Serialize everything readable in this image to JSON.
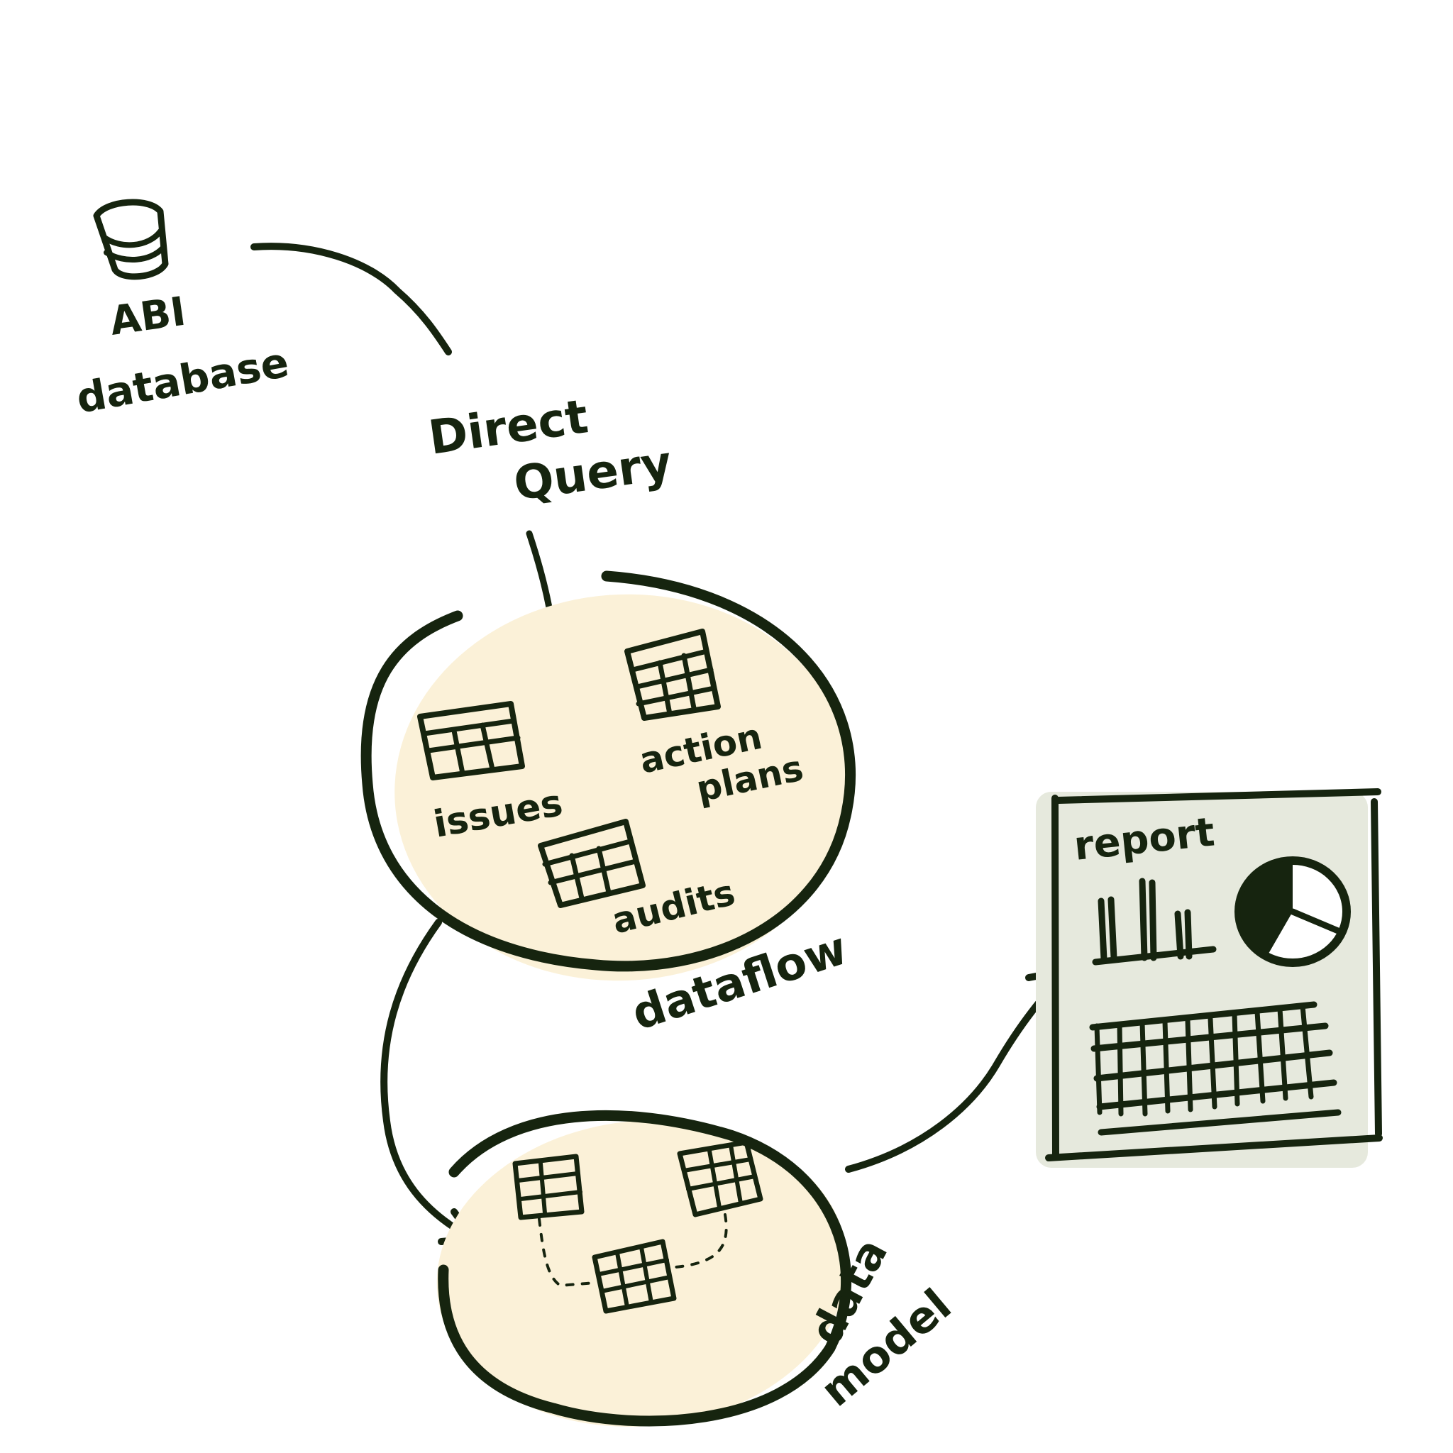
{
  "colors": {
    "ink": "#16240f",
    "ellipse_fill": "#fbf1d8",
    "report_fill": "#e6e9dd",
    "background": "#ffffff"
  },
  "database": {
    "icon": "database-cylinder-icon",
    "line1": "ABI",
    "line2": "database"
  },
  "connector": {
    "line1": "Direct",
    "line2": "Query"
  },
  "dataflow": {
    "label": "dataflow",
    "tables": [
      "issues",
      "action",
      "plans",
      "audits"
    ]
  },
  "datamodel": {
    "line1": "data",
    "line2": "model"
  },
  "report": {
    "title": "report",
    "icons": [
      "bar-chart-icon",
      "pie-chart-icon",
      "table-grid-icon"
    ]
  }
}
